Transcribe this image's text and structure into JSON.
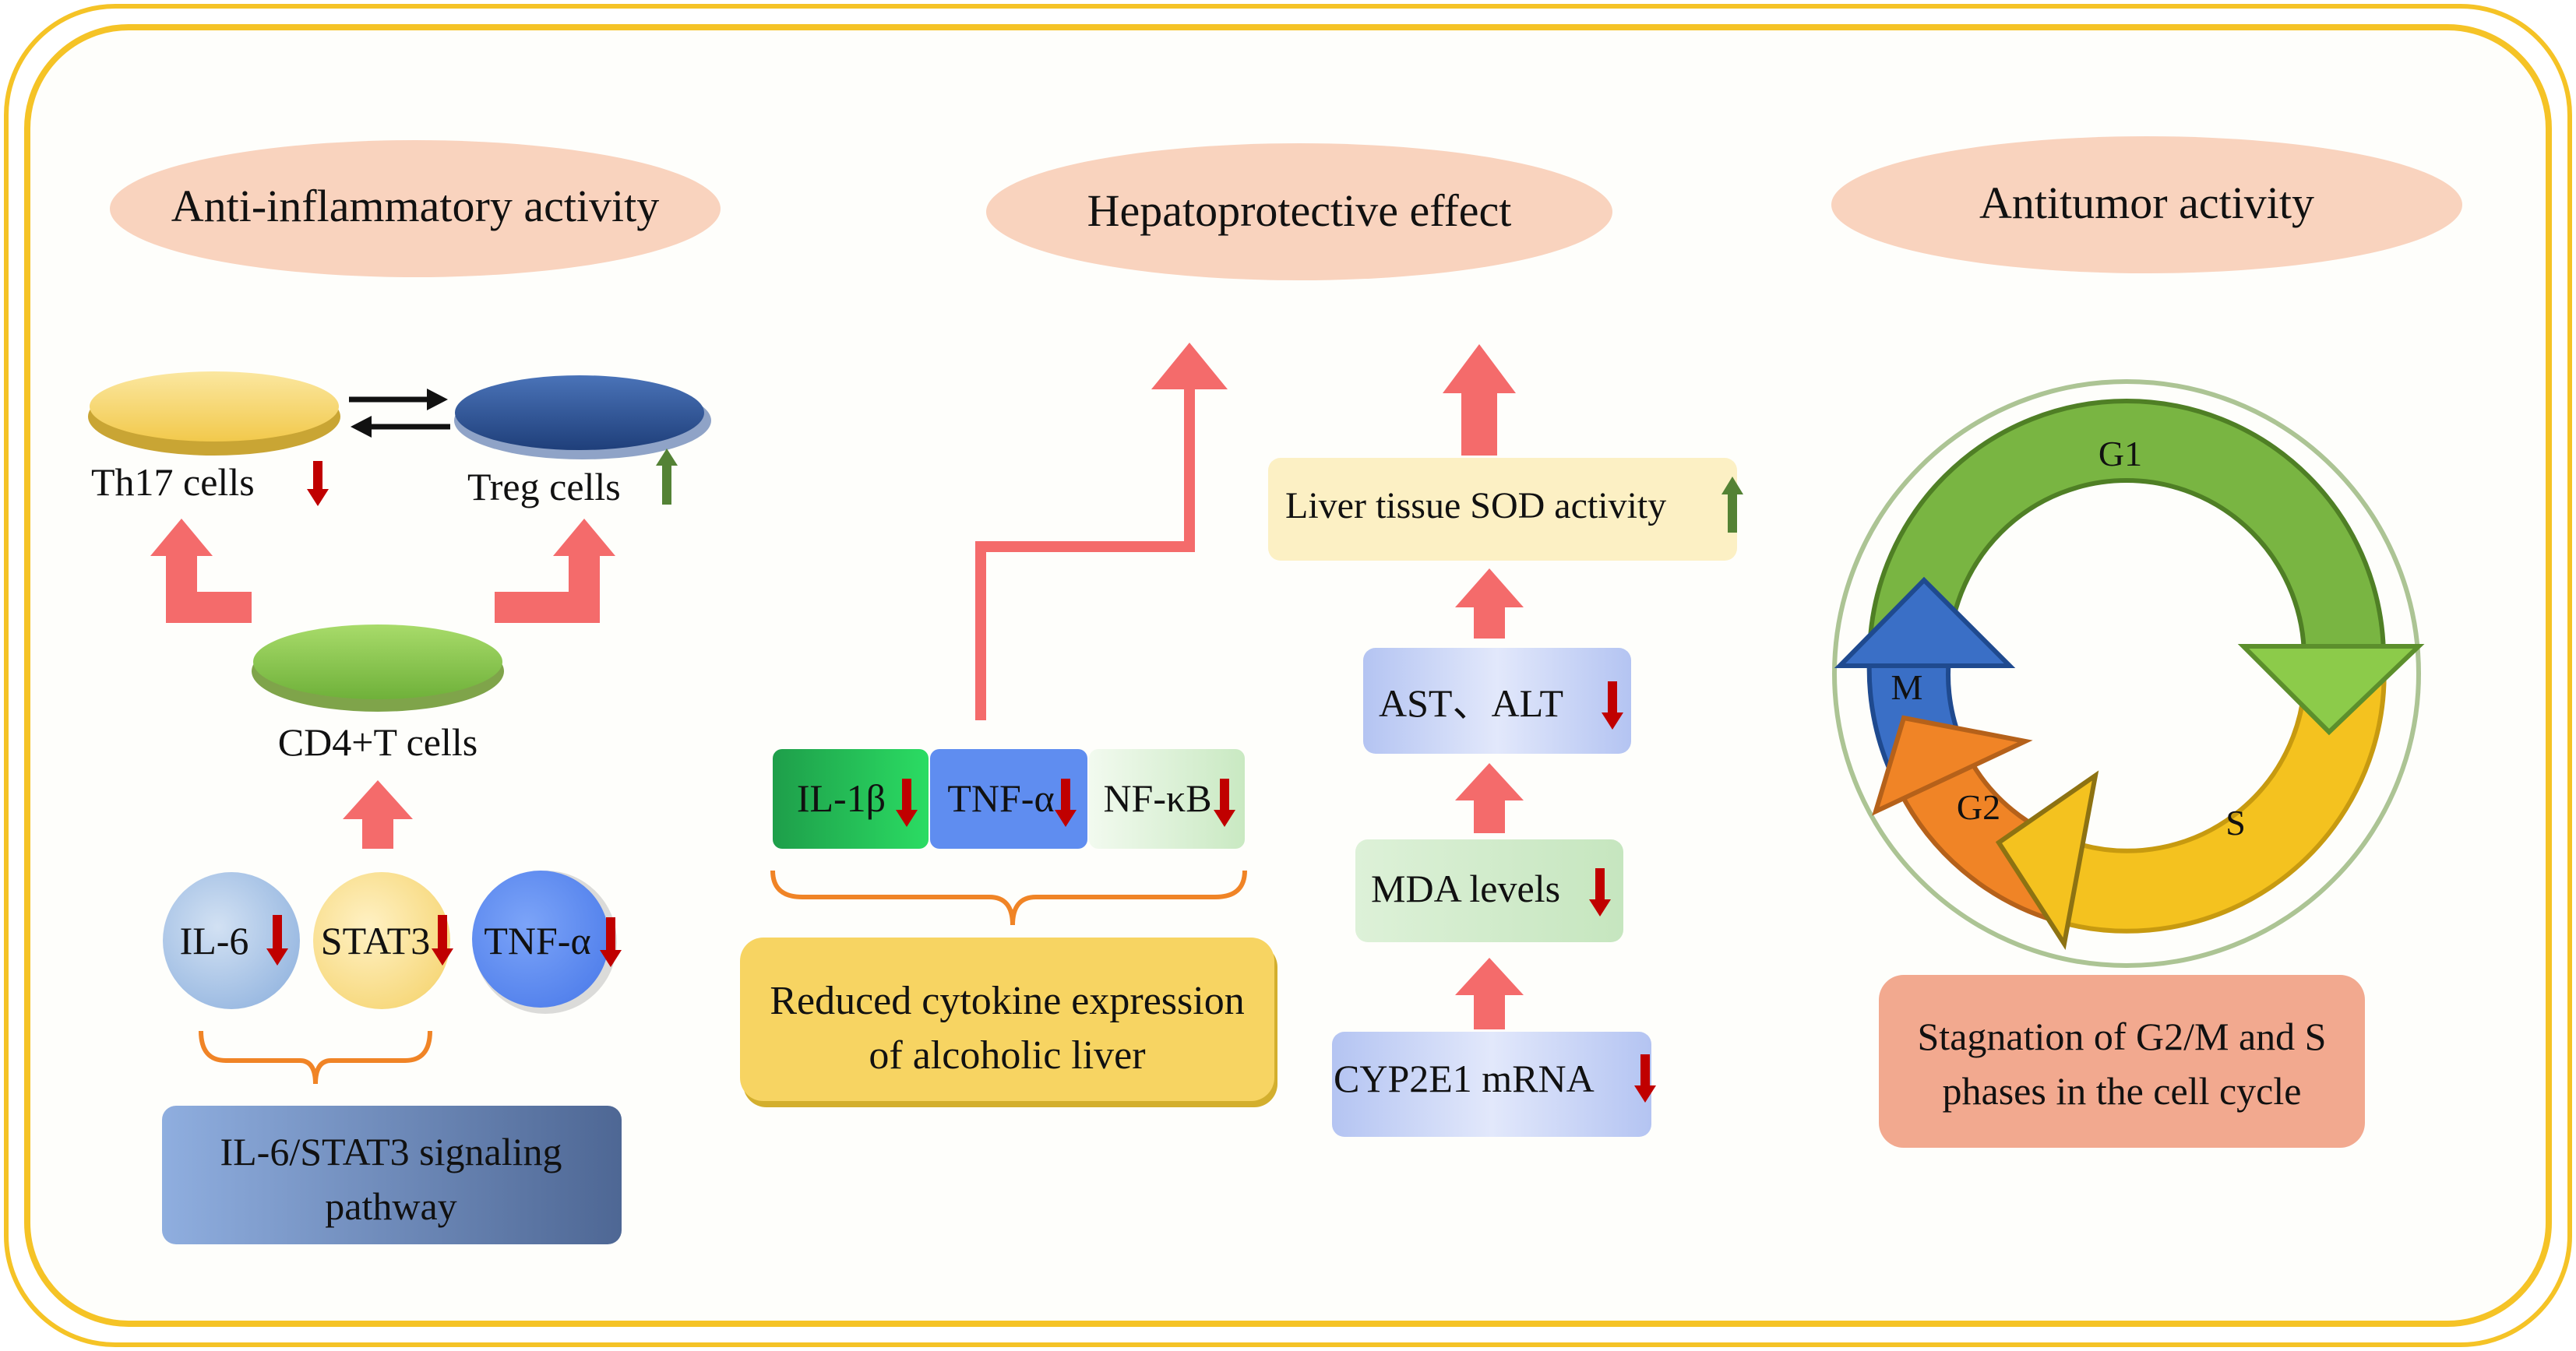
{
  "headers": {
    "anti_inflammatory": "Anti-inflammatory activity",
    "hepatoprotective": "Hepatoprotective effect",
    "antitumor": "Antitumor activity"
  },
  "anti_inflammatory": {
    "th17_label": "Th17 cells",
    "treg_label": "Treg cells",
    "cd4_label": "CD4+T cells",
    "il6": "IL-6",
    "stat3": "STAT3",
    "tnfa": "TNF-α",
    "pathway_line1": "IL-6/STAT3 signaling",
    "pathway_line2": "pathway"
  },
  "hepatoprotective": {
    "il1b": "IL-1β",
    "tnfa": "TNF-α",
    "nfkb": "NF-κB",
    "reduced_line1": "Reduced cytokine expression",
    "reduced_line2": "of alcoholic liver",
    "sod": "Liver tissue SOD activity",
    "ast_alt": "AST、ALT",
    "mda": "MDA levels",
    "cyp": "CYP2E1 mRNA"
  },
  "antitumor": {
    "g1": "G1",
    "s": "S",
    "g2": "G2",
    "m": "M",
    "stagnation_line1": "Stagnation of G2/M and S",
    "stagnation_line2": "phases in the cell cycle"
  },
  "colors": {
    "frame": "#F5C326",
    "header_fill": "#F9D3BE",
    "arrow_red": "#F46B6B",
    "down_arrow": "#C00000",
    "up_arrow": "#548235",
    "th17": "#F6D66E",
    "treg": "#2F5597",
    "cd4": "#8CCB4A",
    "g1": "#79B542",
    "s": "#F4C21F",
    "g2": "#F08426",
    "m": "#3A6FC6"
  }
}
